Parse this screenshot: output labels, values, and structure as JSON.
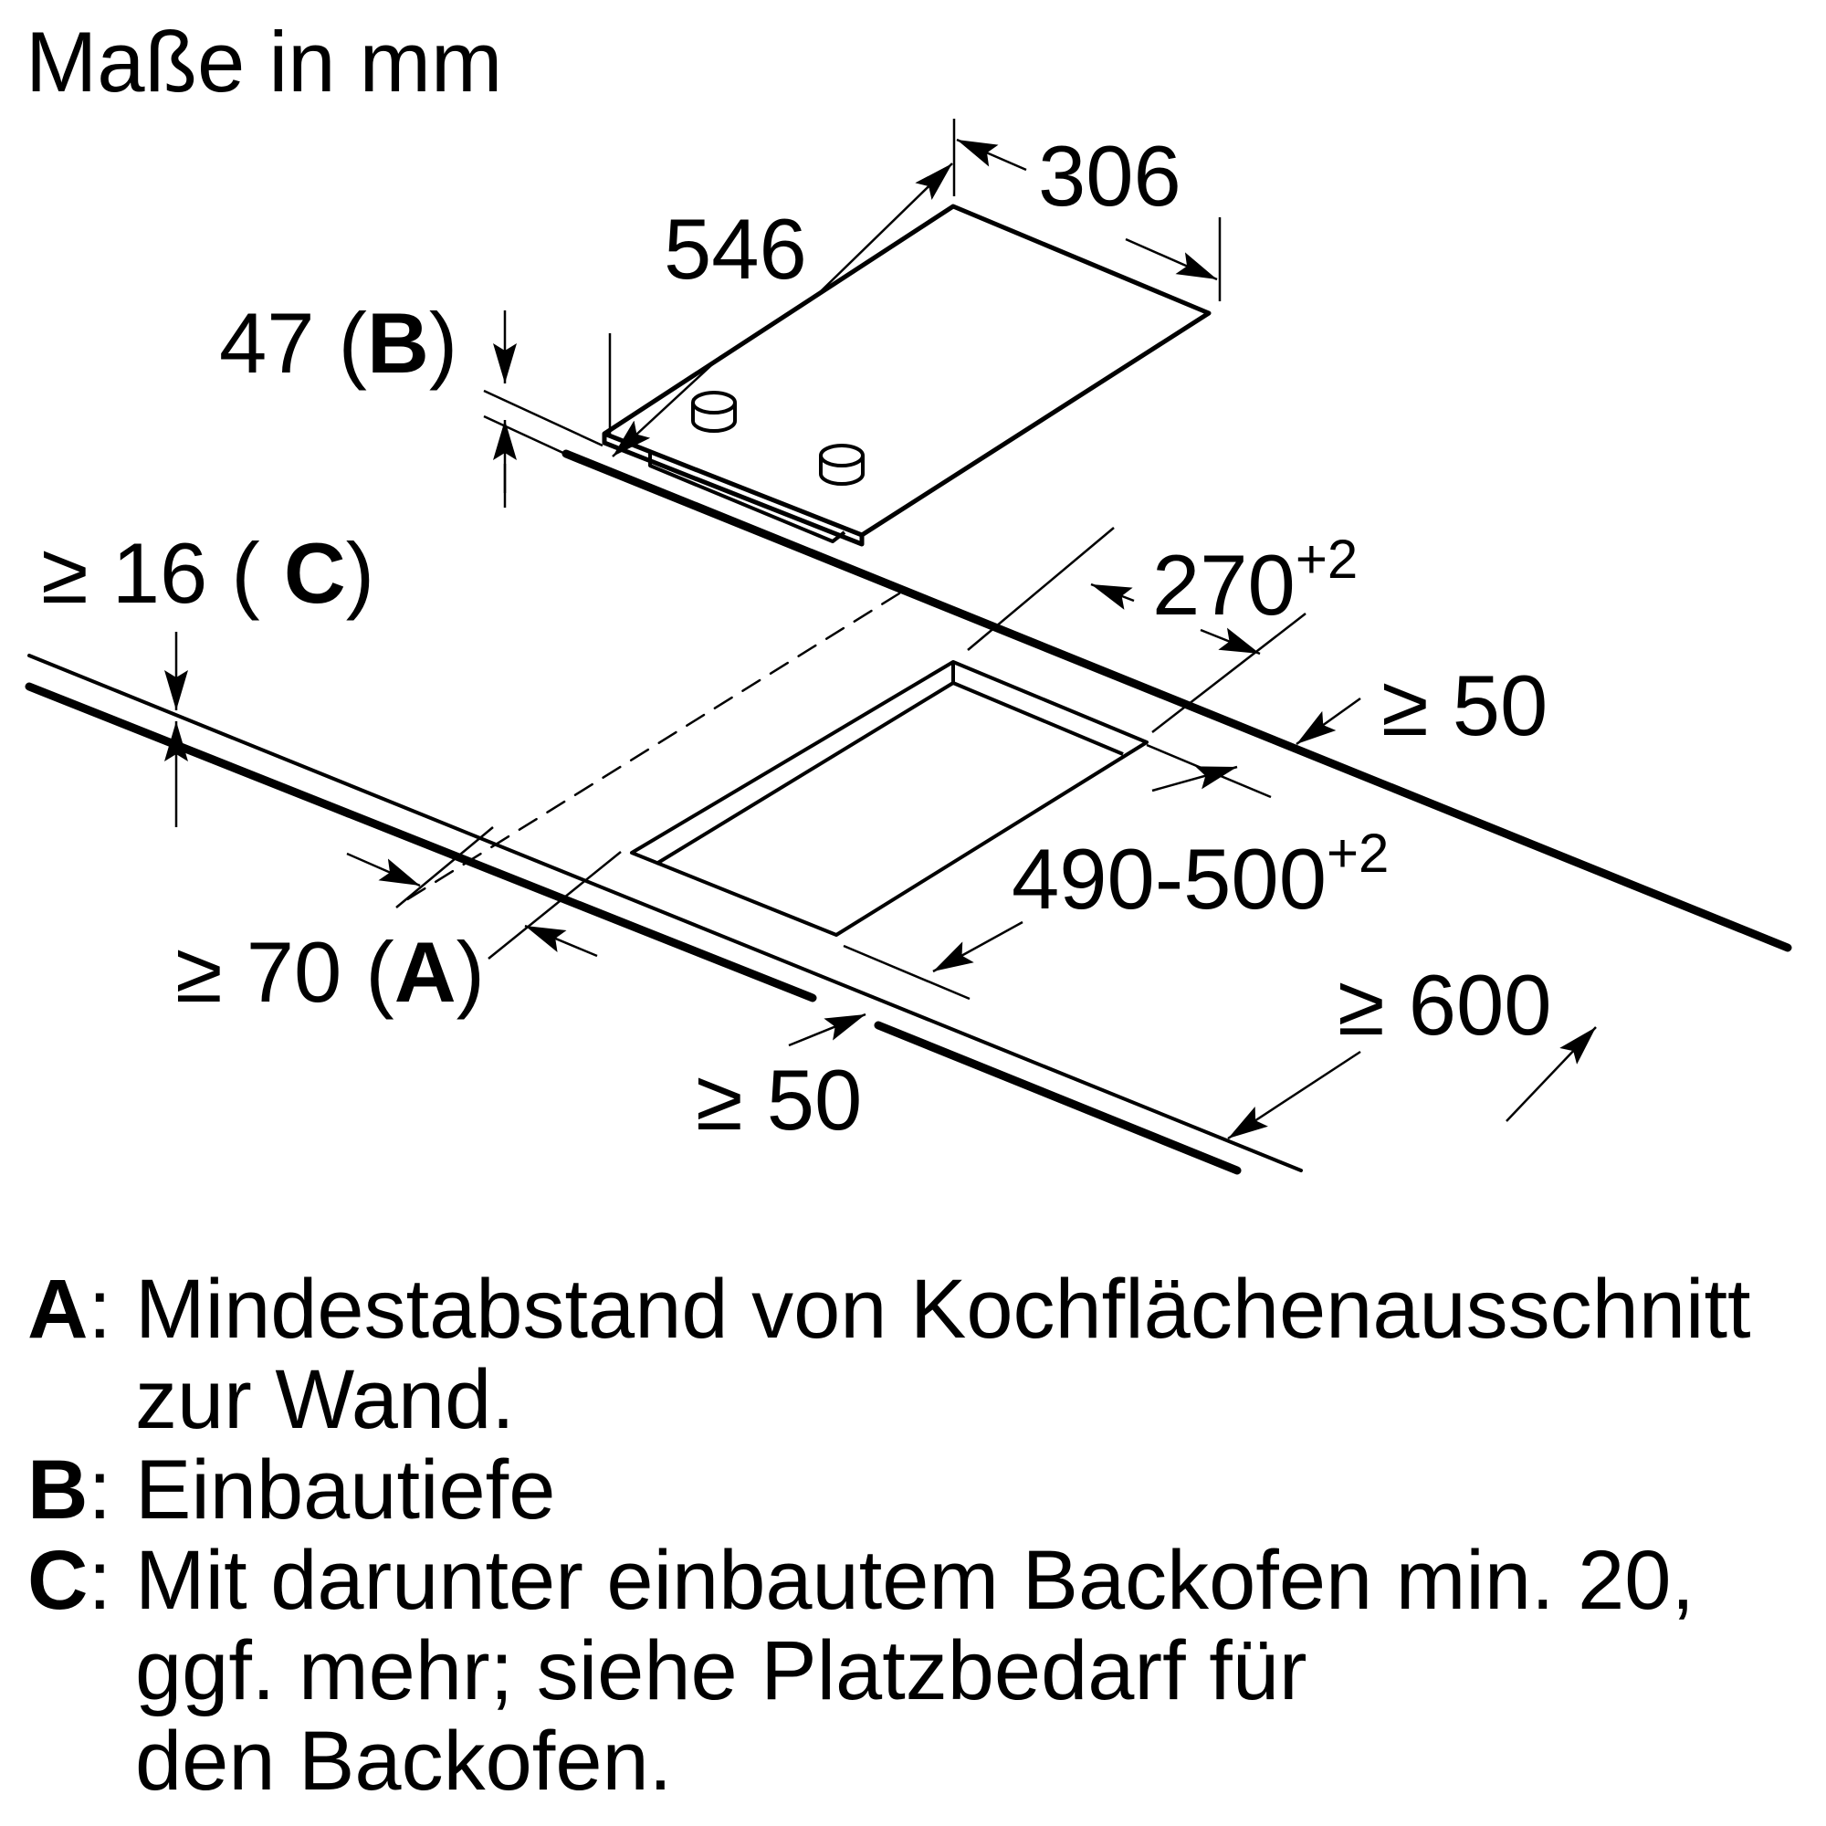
{
  "title": "Maße in mm",
  "dimensions": {
    "hob_width": "306",
    "hob_depth": "546",
    "install_depth": {
      "value": "47",
      "open": " (",
      "key": "B",
      "close": ")"
    },
    "worktop_thickness": {
      "prefix": "≥ 16 ( ",
      "key": "C",
      "close": ")"
    },
    "cutout_width": {
      "value": "270",
      "tolerance": "+2"
    },
    "cutout_depth": {
      "value": "490-500",
      "tolerance": "+2"
    },
    "rear_clearance": "≥ 50",
    "wall_distance": {
      "prefix": "≥ 70 (",
      "key": "A",
      "close": ")"
    },
    "worktop_depth": "≥ 600",
    "front_clearance": "≥ 50"
  },
  "legend": [
    {
      "key": "A",
      "sep": ":",
      "lines": [
        "Mindestabstand von Kochflächenausschnitt",
        "zur Wand."
      ]
    },
    {
      "key": "B",
      "sep": ":",
      "lines": [
        "Einbautiefe"
      ]
    },
    {
      "key": "C",
      "sep": ":",
      "lines": [
        "Mit darunter einbautem Backofen min. 20,",
        "ggf. mehr; siehe Platzbedarf für",
        "den Backofen."
      ]
    }
  ],
  "colors": {
    "ink": "#000000",
    "paper": "#ffffff"
  }
}
